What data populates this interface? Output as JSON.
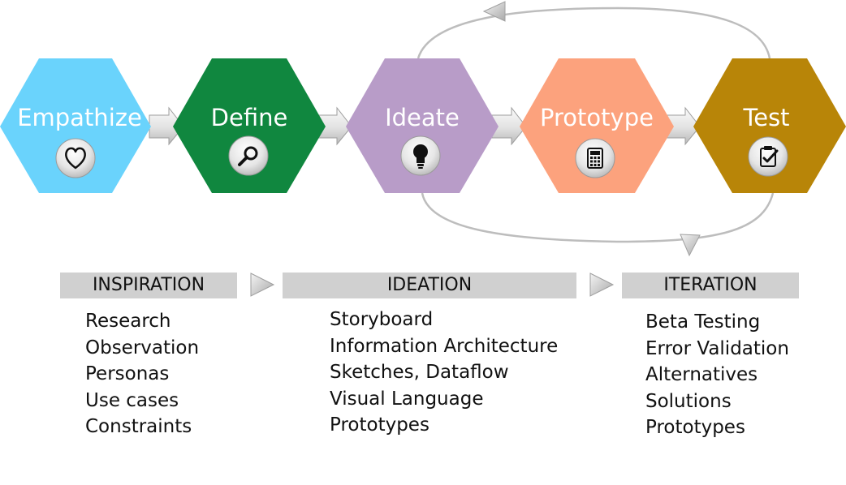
{
  "stages": [
    {
      "label": "Empathize",
      "color": "#6ad3fc",
      "icon": "heart-icon"
    },
    {
      "label": "Define",
      "color": "#10873f",
      "icon": "magnifier-icon"
    },
    {
      "label": "Ideate",
      "color": "#b89cc8",
      "icon": "lightbulb-icon"
    },
    {
      "label": "Prototype",
      "color": "#fca27d",
      "icon": "calculator-icon"
    },
    {
      "label": "Test",
      "color": "#b88508",
      "icon": "clipboard-check-icon"
    }
  ],
  "phases": [
    {
      "label": "INSPIRATION",
      "items": [
        "Research",
        "Observation",
        "Personas",
        "Use cases",
        "Constraints"
      ]
    },
    {
      "label": "IDEATION",
      "items": [
        "Storyboard",
        "Information Architecture",
        "Sketches, Dataflow",
        "Visual Language",
        "Prototypes"
      ]
    },
    {
      "label": "ITERATION",
      "items": [
        "Beta Testing",
        "Error Validation",
        "Alternatives",
        "Solutions",
        "Prototypes"
      ]
    }
  ]
}
